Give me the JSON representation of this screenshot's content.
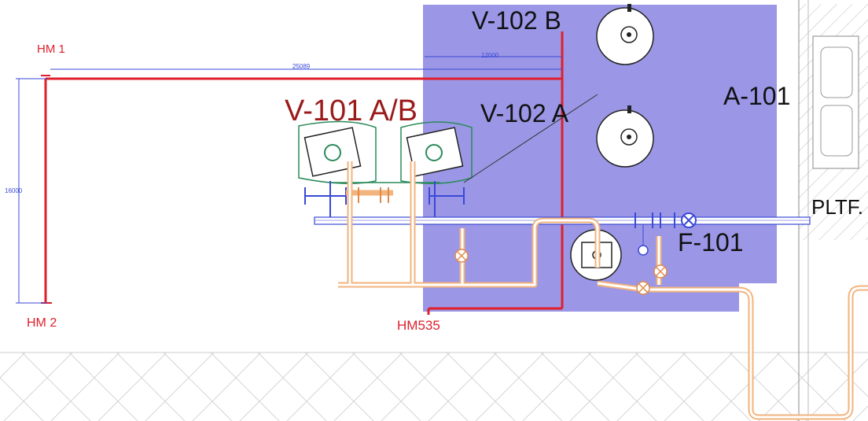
{
  "colors": {
    "area_fill": "#9b97e6",
    "red_line": "#e01f2b",
    "label_red": "#e01f2b",
    "dark_red": "#9b1b1b",
    "pipe_orange": "#f2b37d",
    "pipe_blue": "#3a49d6",
    "dim_blue": "#3a49d6",
    "black": "#111111",
    "hatch": "#bfbfbf"
  },
  "labels": {
    "hm1": "HM 1",
    "hm2": "HM 2",
    "hm535": "HM535",
    "v102b": "V-102 B",
    "v102a": "V-102 A",
    "v101ab": "V-101 A/B",
    "a101": "A-101",
    "pltf": "PLTF.",
    "f101": "F-101",
    "dim_h": "25089",
    "dim_v": "16000",
    "dim_area": "12000"
  },
  "icons": {
    "pump": "pump-icon",
    "valve": "valve-icon",
    "flange": "flange-icon"
  }
}
